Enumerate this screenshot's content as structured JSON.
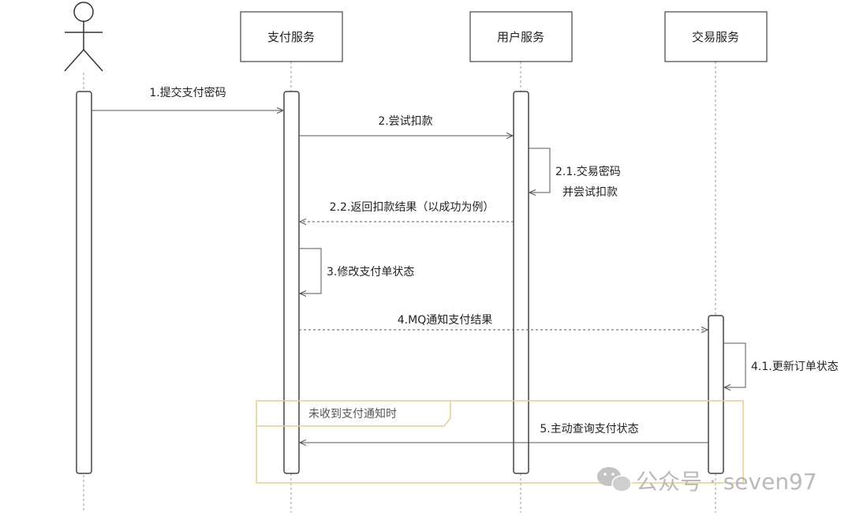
{
  "participants": {
    "pay_service": "支付服务",
    "user_service": "用户服务",
    "trade_service": "交易服务"
  },
  "messages": {
    "m1": "1.提交支付密码",
    "m2": "2.尝试扣款",
    "m21_line1": "2.1.交易密码",
    "m21_line2": "并尝试扣款",
    "m22": "2.2.返回扣款结果（以成功为例）",
    "m3": "3.修改支付单状态",
    "m4": "4.MQ通知支付结果",
    "m41": "4.1.更新订单状态",
    "m5": "5.主动查询支付状态"
  },
  "fragment": {
    "condition": "未收到支付通知时"
  },
  "watermark": {
    "text": "公众号 · seven97"
  },
  "colors": {
    "line": "#555555",
    "dashed_line": "#9a9a9a",
    "fragment_border": "#e6cf8b",
    "watermark": "#b9b9b9"
  }
}
